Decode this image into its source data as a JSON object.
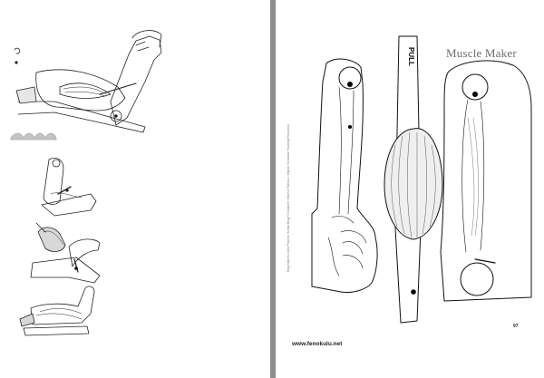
{
  "left_page": {
    "figures": [
      "arm-main",
      "wave-strip",
      "arm-step-1",
      "arm-step-2",
      "arm-step-3"
    ]
  },
  "right_page": {
    "title": "Muscle Maker",
    "pull_label": "PULL",
    "website": "www.fenokulu.net",
    "page_number": "97",
    "credit": "Easy Make & Learn Projects: Human Body © Donald M. Silver & Patricia J. Wynne, Scholastic Teaching Resources"
  }
}
